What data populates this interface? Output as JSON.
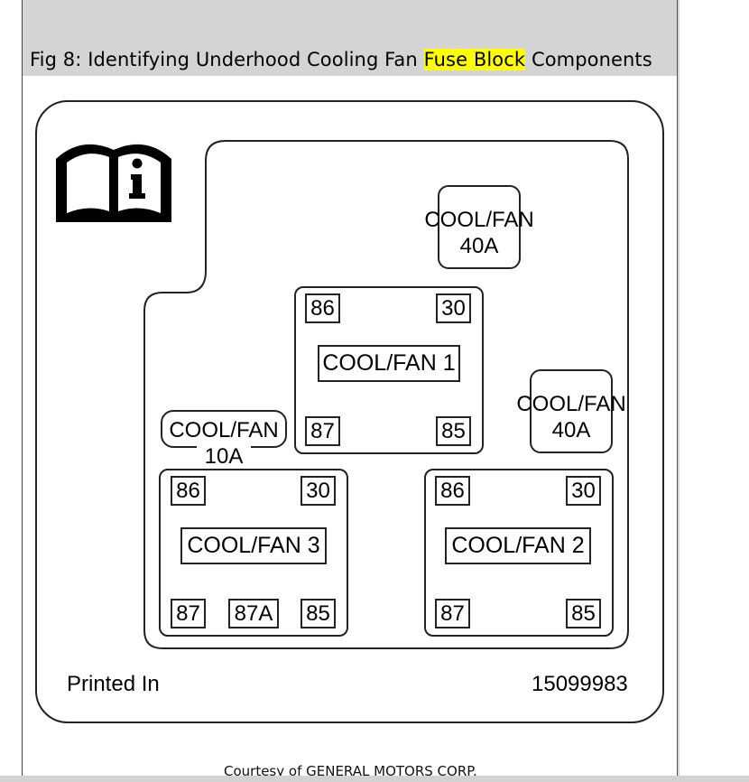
{
  "caption": {
    "prefix": "Fig 8: Identifying Underhood Cooling Fan ",
    "highlight": "Fuse Block",
    "suffix": " Components",
    "highlight_color": "#ffff00"
  },
  "diagram": {
    "info_icon": "info-manual-icon",
    "fuses": [
      {
        "line1": "COOL/FAN",
        "line2": "40A"
      },
      {
        "line1": "COOL/FAN",
        "line2": "40A"
      },
      {
        "line1": "COOL/FAN",
        "line2": "10A"
      }
    ],
    "relays": [
      {
        "label": "COOL/FAN 1",
        "pins": [
          "86",
          "30",
          "87",
          "85"
        ]
      },
      {
        "label": "COOL/FAN 3",
        "pins": [
          "86",
          "30",
          "87",
          "87A",
          "85"
        ]
      },
      {
        "label": "COOL/FAN 2",
        "pins": [
          "86",
          "30",
          "87",
          "85"
        ]
      }
    ],
    "printed_in": "Printed In",
    "part_number": "15099983"
  },
  "courtesy": "Courtesy of GENERAL MOTORS CORP."
}
